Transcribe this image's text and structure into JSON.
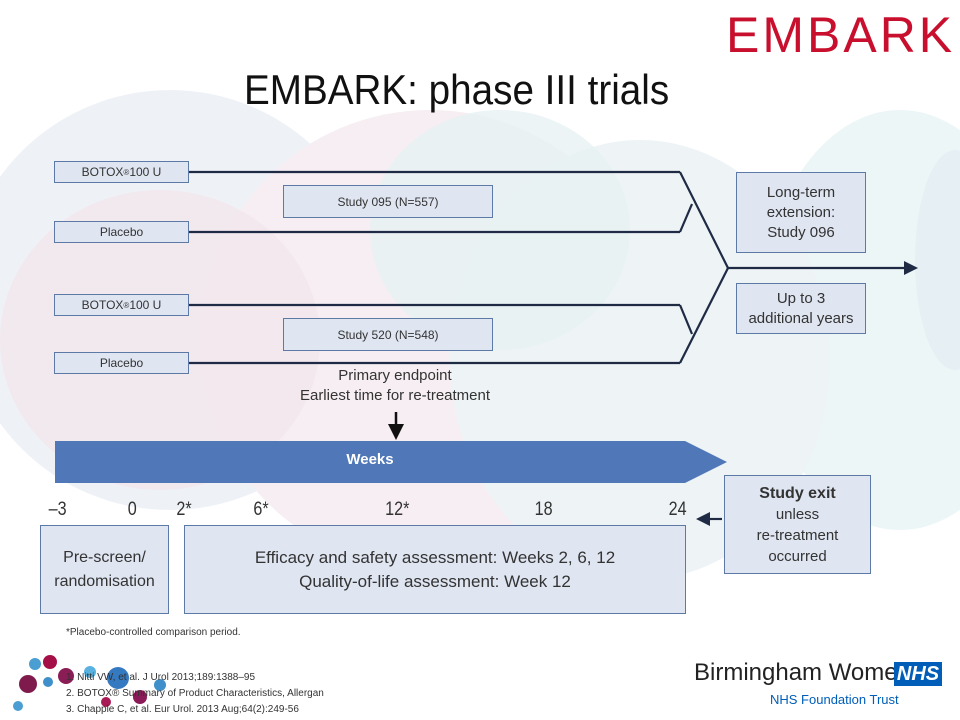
{
  "header": {
    "logo_text": "EMBARK",
    "title": "EMBARK: phase III trials"
  },
  "arms": {
    "botox_label": "BOTOX",
    "botox_reg": "®",
    "botox_dose": " 100 U",
    "placebo": "Placebo"
  },
  "studies": {
    "study_095": "Study 095 (N=557)",
    "study_520": "Study 520 (N=548)"
  },
  "extension": {
    "line1": "Long-term",
    "line2": "extension:",
    "line3": "Study 096",
    "years_line1": "Up to 3",
    "years_line2": "additional years"
  },
  "endpoint": {
    "line1": "Primary endpoint",
    "line2": "Earliest time for re-treatment"
  },
  "timeline": {
    "label": "Weeks",
    "ticks": [
      "–3",
      "0",
      "2*",
      "6*",
      "12*",
      "18",
      "24"
    ]
  },
  "assessment": {
    "prescreen_line1": "Pre-screen/",
    "prescreen_line2": "randomisation",
    "efficacy_line1": "Efficacy and safety assessment: Weeks 2, 6, 12",
    "efficacy_line2": "Quality-of-life assessment: Week 12"
  },
  "exit": {
    "line1": "Study exit",
    "line2": "unless",
    "line3": "re-treatment",
    "line4": "occurred"
  },
  "footnote": "*Placebo-controlled comparison period.",
  "references": [
    "1. Nitti VW, et al. J Urol 2013;189:1388–95",
    "2. BOTOX® Summary of Product Characteristics, Allergan",
    "3. Chapple C, et al. Eur Urol. 2013 Aug;64(2):249-56"
  ],
  "footer": {
    "hospital": "Birmingham Women's",
    "nhs": "NHS",
    "trust": "NHS Foundation Trust"
  },
  "colors": {
    "accent": "#5078b8",
    "box_fill": "#dfe5f1",
    "logo": "#c8102e",
    "nhs_blue": "#005eb8"
  }
}
